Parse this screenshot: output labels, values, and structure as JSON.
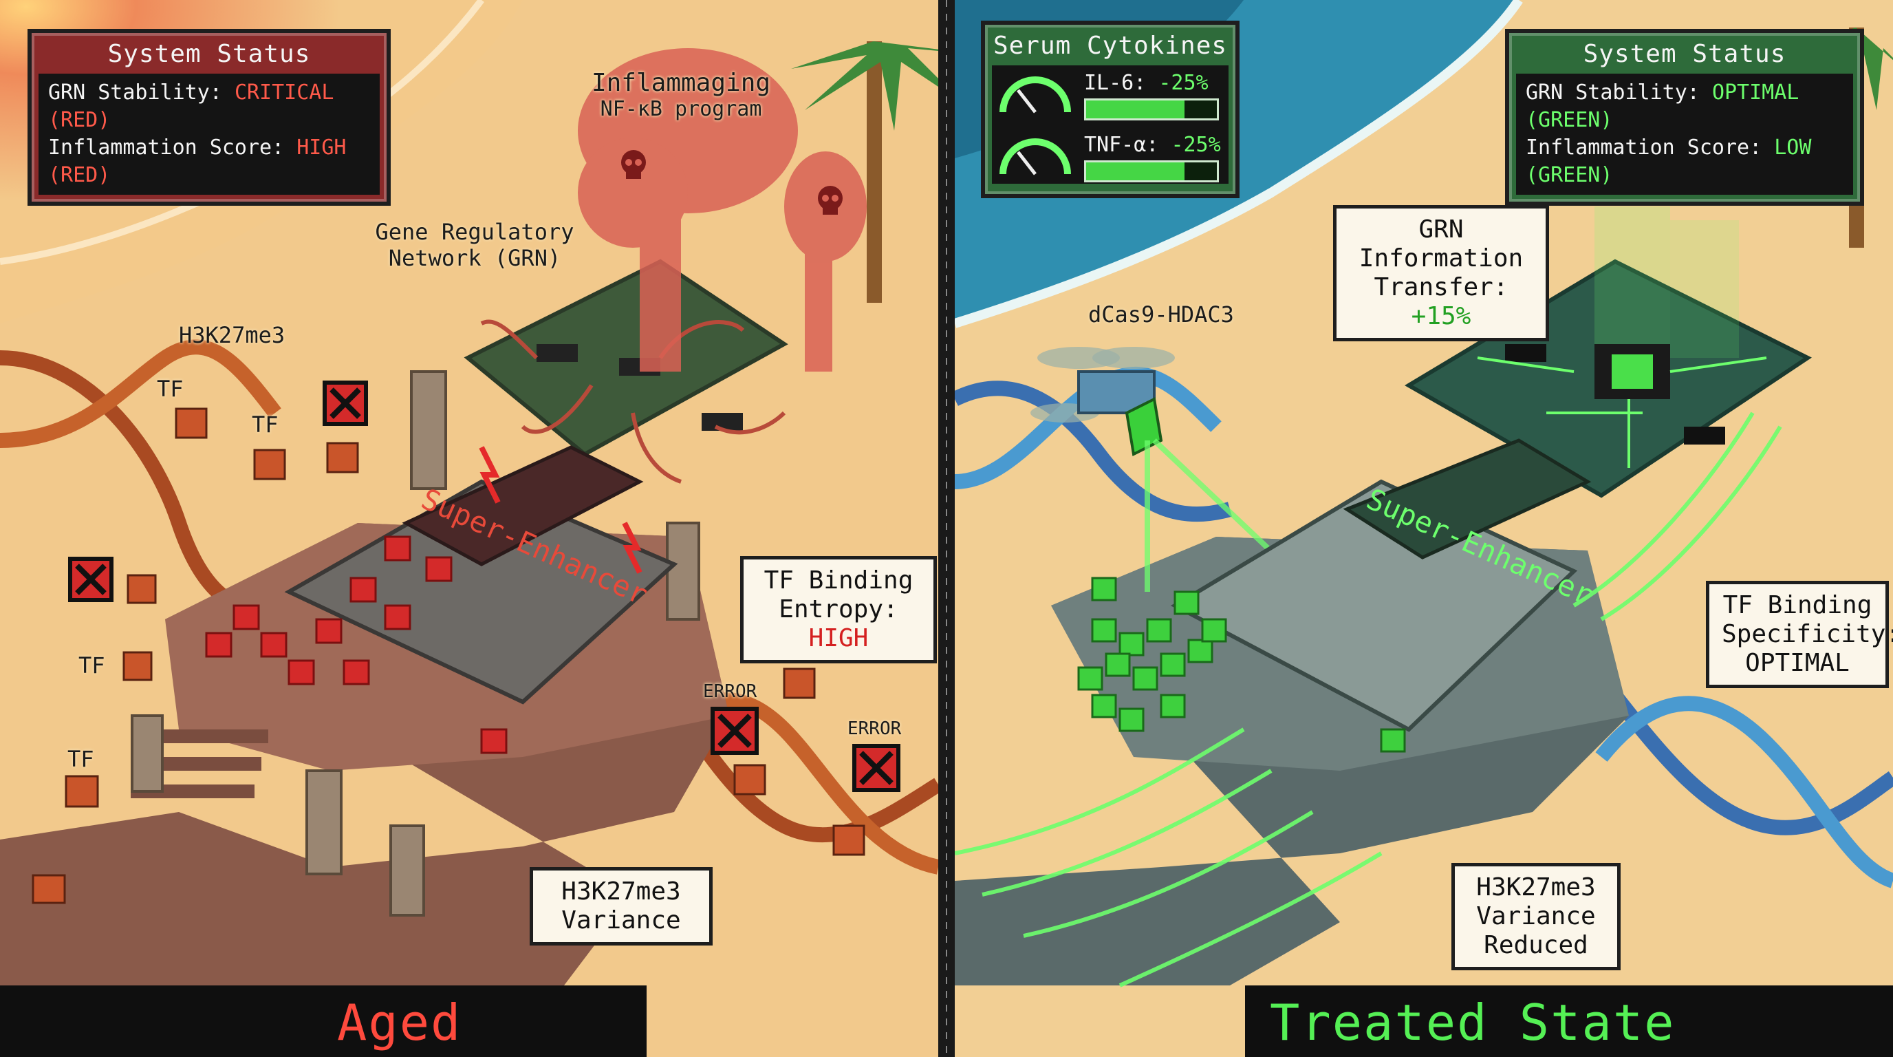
{
  "left": {
    "status": {
      "title": "System Status",
      "grn_label": "GRN Stability:",
      "grn_value": "CRITICAL (RED)",
      "infl_label": "Inflammation Score:",
      "infl_value": "HIGH (RED)"
    },
    "inflammaging": {
      "line1": "Inflammaging",
      "line2": "NF-κB program"
    },
    "grn_label": {
      "line1": "Gene Regulatory",
      "line2": "Network (GRN)"
    },
    "h3k27me3": "H3K27me3",
    "tf_labels": [
      "TF",
      "TF",
      "TF",
      "TF",
      "TF"
    ],
    "super_enhancer": "Super-Enhancer",
    "binding": {
      "line1": "TF Binding",
      "label": "Entropy:",
      "value": "HIGH"
    },
    "errors": [
      "ERROR",
      "ERROR"
    ],
    "variance": {
      "line1": "H3K27me3",
      "line2": "Variance"
    },
    "banner": "Aged State"
  },
  "right": {
    "cytokines": {
      "title": "Serum Cytokines",
      "il6_label": "IL-6:",
      "il6_value": "-25%",
      "tnf_label": "TNF-α:",
      "tnf_value": "-25%",
      "il6_bar_fraction": 0.75,
      "tnf_bar_fraction": 0.75
    },
    "status": {
      "title": "System Status",
      "grn_label": "GRN Stability:",
      "grn_value": "OPTIMAL (GREEN)",
      "infl_label": "Inflammation Score:",
      "infl_value": "LOW (GREEN)"
    },
    "grn_transfer": {
      "line1": "GRN Information",
      "label": "Transfer:",
      "value": "+15%"
    },
    "dcas9": "dCas9-HDAC3",
    "super_enhancer": "Super-Enhancer",
    "specificity": {
      "line1": "TF Binding",
      "line2": "Specificity:",
      "line3": "OPTIMAL"
    },
    "variance": {
      "line1": "H3K27me3",
      "line2": "Variance",
      "line3": "Reduced"
    },
    "banner": "Treated State"
  },
  "colors": {
    "aged_accent": "#ff4a3d",
    "treated_accent": "#55f055",
    "divider": "#1a1a1a"
  }
}
